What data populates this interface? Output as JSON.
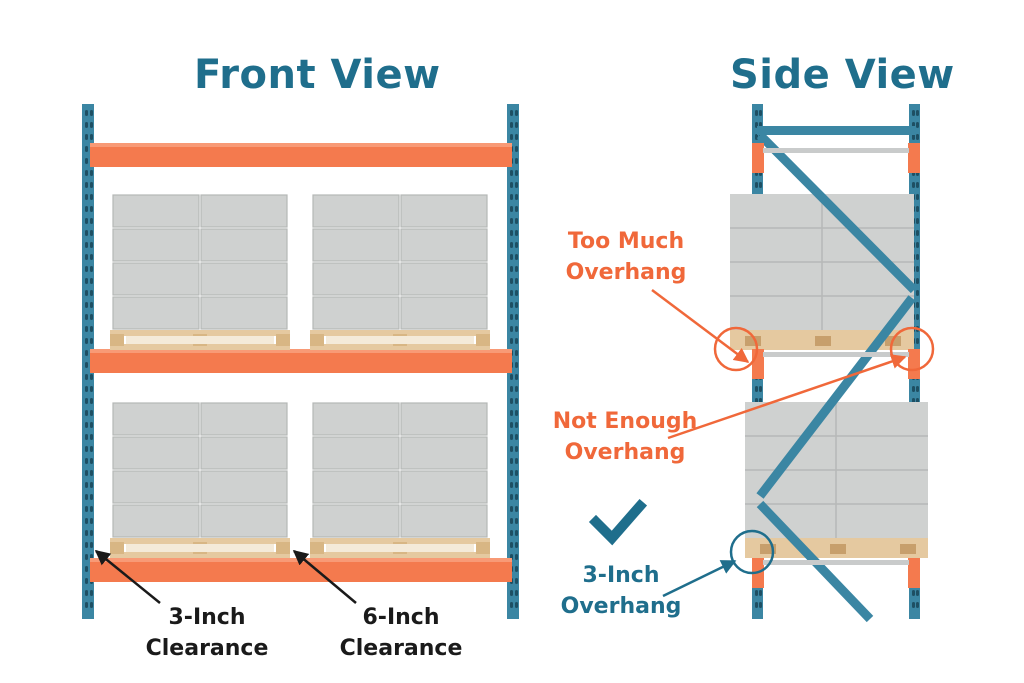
{
  "titles": {
    "front": "Front View",
    "side": "Side View"
  },
  "labels": {
    "clearance_3": [
      "3-Inch",
      "Clearance"
    ],
    "clearance_6": [
      "6-Inch",
      "Clearance"
    ],
    "too_much": [
      "Too Much",
      "Overhang"
    ],
    "not_enough": [
      "Not Enough",
      "Overhang"
    ],
    "overhang_3": [
      "3-Inch",
      "Overhang"
    ]
  },
  "colors": {
    "upright": "#3b86a3",
    "beam": "#f47a4e",
    "accent_orange": "#f0683a",
    "accent_teal": "#1f6e8c",
    "load": "#cfd1d0",
    "pallet": "#e5c9a0"
  },
  "icons": {
    "check": "check-icon"
  }
}
